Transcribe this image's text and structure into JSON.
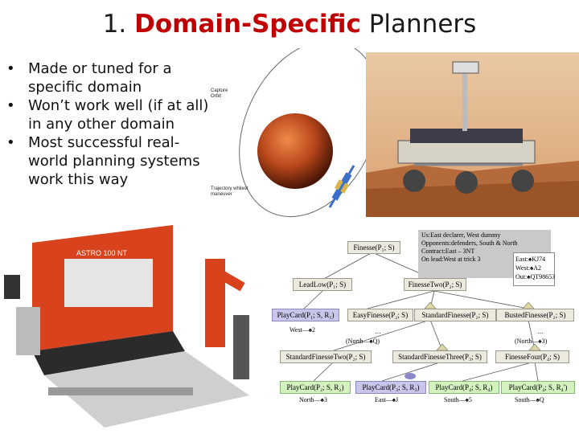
{
  "title": {
    "number": "1.",
    "highlight": "Domain-Specific",
    "rest": "Planners"
  },
  "bullets": [
    "Made or tuned for a specific domain",
    "Won’t work well (if at all) in any other domain",
    "Most successful real-world planning systems work this way"
  ],
  "orbit": {
    "capture_label_1": "Capture",
    "capture_label_2": "Orbit",
    "trajectory_label_1": "Trajectory whilest",
    "trajectory_label_2": "maneuver"
  },
  "machine": {
    "brand": "ASTRO 100 NT"
  },
  "info_box": {
    "line1": "Us:East declarer, West dummy",
    "line2": "Opponents:defenders, South & North",
    "line3": "Contract:East – 3NT",
    "line4": "On lead:West at trick 3"
  },
  "hand": {
    "east": "East:♠KJ74",
    "west": "West:♠A2",
    "out": "Out:♠QT98653"
  },
  "tree": {
    "root": "Finesse(P₁; S)",
    "l1_left": "LeadLow(P₁; S)",
    "l1_right": "FinesseTwo(P₂; S)",
    "l2_a": "PlayCard(P₁; S, R₁)",
    "l2_b": "EasyFinesse(P₂; S)",
    "l2_c": "StandardFinesse(P₂; S)",
    "l2_d": "BustedFinesse(P₂; S)",
    "west_label": "West—♠2",
    "north_q": "(North—♠Q)",
    "north_3": "(North—♠3)",
    "l3_a": "StandardFinesseTwo(P₂; S)",
    "l3_b": "StandardFinesseThree(P₃; S)",
    "l3_c": "FinesseFour(P₄; S)",
    "l4_a": "PlayCard(P₂; S, R₂)",
    "l4_b": "PlayCard(P₃; S, R₃)",
    "l4_c": "PlayCard(P₄; S, R₄)",
    "l4_d": "PlayCard(P₄; S, R₄')",
    "b1": "North—♠3",
    "b2": "East—♠J",
    "b3": "South—♠5",
    "b4": "South—♠Q",
    "dots": "…"
  },
  "colors": {
    "accent": "#c00000",
    "machine_orange": "#d8431e",
    "mars": "#b8471b"
  }
}
